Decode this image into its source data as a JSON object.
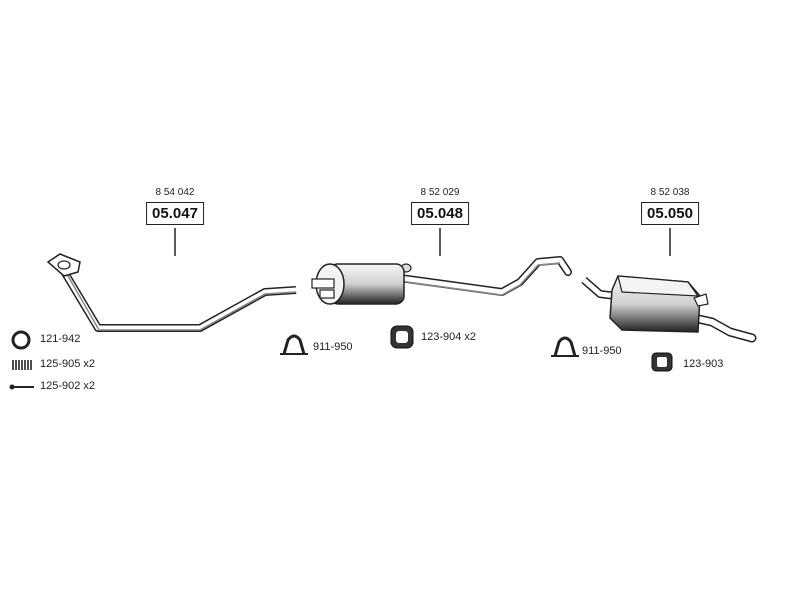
{
  "parts": [
    {
      "id": "front",
      "ref": "8 54 042",
      "code": "05.047"
    },
    {
      "id": "middle",
      "ref": "8 52 029",
      "code": "05.048"
    },
    {
      "id": "rear",
      "ref": "8 52 038",
      "code": "05.050"
    }
  ],
  "accessories": [
    {
      "id": "gasket",
      "label": "121-942",
      "icon": "gasket-ring-icon"
    },
    {
      "id": "spring",
      "label": "125-905 x2",
      "icon": "spring-icon"
    },
    {
      "id": "bolt",
      "label": "125-902 x2",
      "icon": "bolt-icon"
    },
    {
      "id": "clamp1",
      "label": "911-950",
      "icon": "clamp-icon"
    },
    {
      "id": "hanger1",
      "label": "123-904 x2",
      "icon": "rubber-hanger-icon"
    },
    {
      "id": "clamp2",
      "label": "911-950",
      "icon": "clamp-icon"
    },
    {
      "id": "hanger2",
      "label": "123-903",
      "icon": "rubber-mount-icon"
    }
  ]
}
